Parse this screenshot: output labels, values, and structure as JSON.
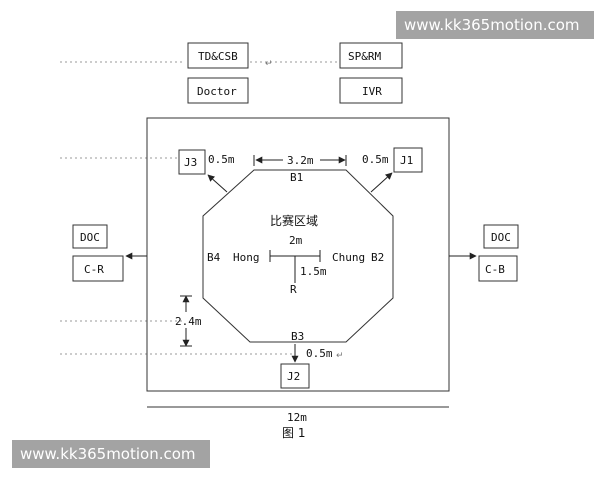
{
  "labels": {
    "td_csb": "TD&CSB",
    "sp_rm": "SP&RM",
    "doctor": "Doctor",
    "ivr": "IVR",
    "j1": "J1",
    "j2": "J2",
    "j3": "J3",
    "doc_left": "DOC",
    "doc_right": "DOC",
    "cr": "C-R",
    "cb": "C-B",
    "b1": "B1",
    "b2": "B2",
    "b3": "B3",
    "b4": "B4",
    "hong": "Hong",
    "chung": "Chung",
    "r": "R",
    "title": "比赛区域",
    "d_2m": "2m",
    "d_15m": "1.5m",
    "d_32m": "3.2m",
    "d_05m_left": "0.5m",
    "d_05m_right": "0.5m",
    "d_05m_bottom": "0.5m",
    "d_24m": "2.4m",
    "d_12m": "12m",
    "caption": "图 1"
  },
  "watermarks": {
    "top": "www.kk365motion.com",
    "bottom": "www.kk365motion.com"
  },
  "colors": {
    "line": "#333333",
    "watermark_bg": "#9a9a9a",
    "watermark_text": "#ffffff"
  }
}
